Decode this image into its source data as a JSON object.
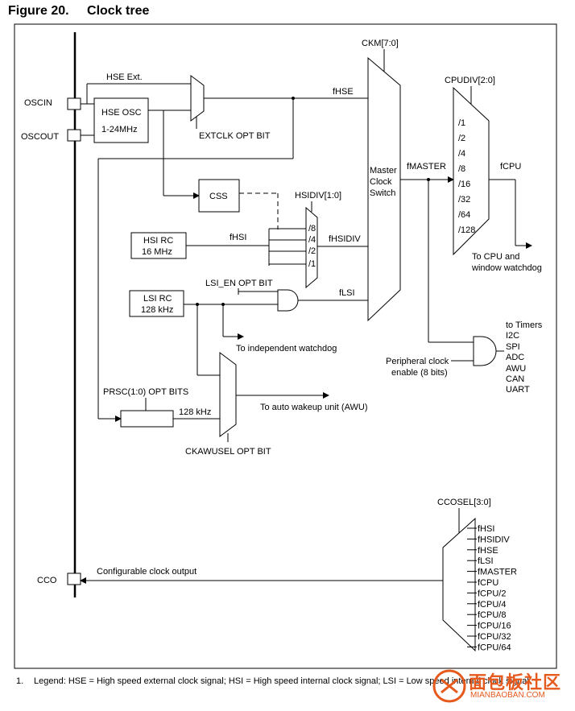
{
  "figure": {
    "number": "Figure 20.",
    "title": "Clock tree"
  },
  "pins": {
    "oscin": "OSCIN",
    "oscout": "OSCOUT",
    "cco": "CCO"
  },
  "blocks": {
    "hse_osc_line1": "HSE OSC",
    "hse_osc_line2": "1-24MHz",
    "css": "CSS",
    "hsi_rc_line1": "HSI RC",
    "hsi_rc_line2": "16 MHz",
    "lsi_rc_line1": "LSI RC",
    "lsi_rc_line2": "128 kHz",
    "master_line1": "Master",
    "master_line2": "Clock",
    "master_line3": "Switch"
  },
  "labels": {
    "hse_ext": "HSE Ext.",
    "fhse": "fHSE",
    "extclk": "EXTCLK OPT BIT",
    "ckm": "CKM[7:0]",
    "hsidiv": "HSIDIV[1:0]",
    "fhsi": "fHSI",
    "fhsidiv": "fHSIDIV",
    "lsi_en": "LSI_EN OPT BIT",
    "flsi": "fLSI",
    "to_iwdg": "To independent watchdog",
    "prsc": "PRSC(1:0) OPT BITS",
    "khz128": "128 kHz",
    "to_awu": "To auto wakeup unit (AWU)",
    "ckawusel": "CKAWUSEL OPT BIT",
    "fmaster": "fMASTER",
    "cpudiv": "CPUDIV[2:0]",
    "fcpu": "fCPU",
    "to_cpu_line1": "To CPU and",
    "to_cpu_line2": "window watchdog",
    "periph_line1": "Peripheral clock",
    "periph_line2": "enable (8 bits)",
    "to_timers": "to Timers",
    "ccosel": "CCOSEL[3:0]",
    "cco_out": "Configurable clock output"
  },
  "hsi_divs": [
    "/8",
    "/4",
    "/2",
    "/1"
  ],
  "cpu_divs": [
    "/1",
    "/2",
    "/4",
    "/8",
    "/16",
    "/32",
    "/64",
    "/128"
  ],
  "peripherals": [
    "I2C",
    "SPI",
    "ADC",
    "AWU",
    "CAN",
    "UART"
  ],
  "cco_sources": [
    "fHSI",
    "fHSIDIV",
    "fHSE",
    "fLSI",
    "fMASTER",
    "fCPU",
    "fCPU/2",
    "fCPU/4",
    "fCPU/8",
    "fCPU/16",
    "fCPU/32",
    "fCPU/64"
  ],
  "footnote": {
    "number": "1.",
    "text": "Legend: HSE = High speed external clock signal; HSI = High speed internal clock signal; LSI = Low speed internal clock signal."
  },
  "watermark": {
    "brand": "面包板社区",
    "url": "MIANBAOBAN.COM"
  }
}
